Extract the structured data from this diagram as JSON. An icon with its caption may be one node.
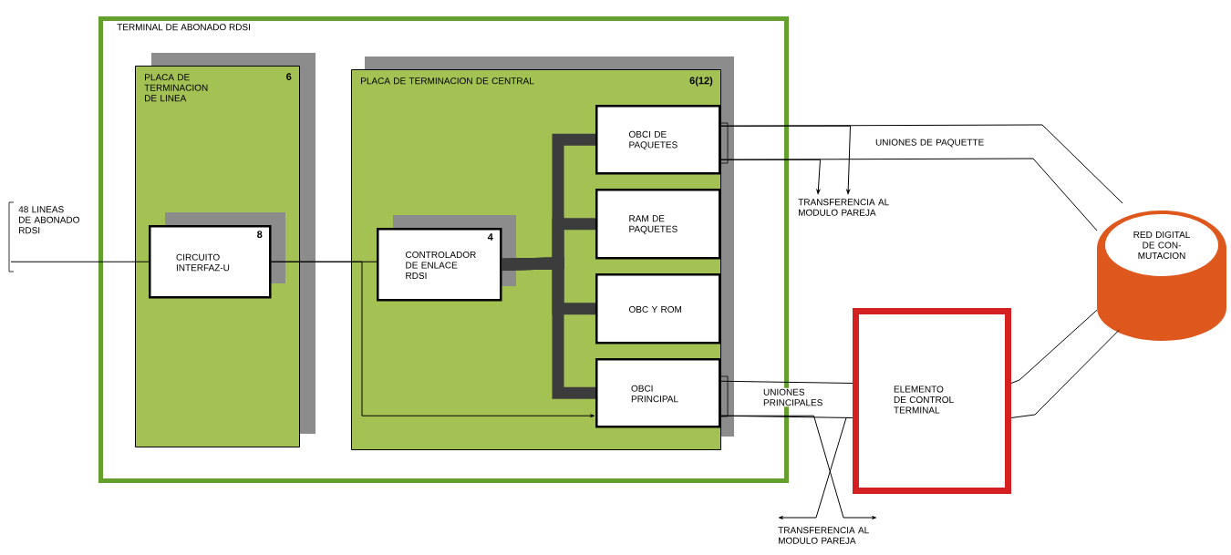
{
  "diagram": {
    "nodes": [
      {
        "text": [
          "TERMINAL DE ABONADO RDSI"
        ]
      },
      {
        "text": [
          "PLACA DE TERMINACION DE LINEA",
          "6"
        ],
        "in": 0
      },
      {
        "text": [
          "CIRCUITO INTERFAZ-U",
          "8"
        ],
        "in": 1
      },
      {
        "text": [
          "PLACA DE TERMINACION DE CENTRAL",
          "6(12)"
        ],
        "in": 0
      },
      {
        "text": [
          "CONTROLADOR DE ENLACE RDSI",
          "4"
        ],
        "in": 3
      },
      {
        "text": [
          "OBCI DE PAQUETES"
        ],
        "in": 3
      },
      {
        "text": [
          "RAM DE PAQUETES"
        ],
        "in": 3
      },
      {
        "text": [
          "OBC Y ROM"
        ],
        "in": 3
      },
      {
        "text": [
          "OBCI PRINCIPAL"
        ],
        "in": 3
      },
      {
        "text": [
          "RED DIGITAL DE CON- MUTACION"
        ]
      },
      {
        "text": [
          "ELEMENTO DE CONTROL TERMINAL"
        ]
      },
      {
        "text": [
          "48 LINEAS DE ABONADO RDSI"
        ]
      },
      {
        "text": [
          "TRANSFERENCIA AL MODULO PAREJA"
        ]
      },
      {
        "text": [
          "TRANSFERENCIA AL MODULO PAREJA"
        ]
      }
    ],
    "edges": [
      {
        "from": 11,
        "to": 2,
        "arrow": "none"
      },
      {
        "from": 2,
        "to": 4,
        "arrow": "none"
      },
      {
        "from": 2,
        "to": 8,
        "arrow": "to"
      },
      {
        "from": 4,
        "to": 5,
        "arrow": "none",
        "style": "thick",
        "color": "#3c3c3c"
      },
      {
        "from": 4,
        "to": 6,
        "arrow": "none",
        "style": "thick",
        "color": "#3c3c3c"
      },
      {
        "from": 4,
        "to": 7,
        "arrow": "none",
        "style": "thick",
        "color": "#3c3c3c"
      },
      {
        "from": 4,
        "to": 8,
        "arrow": "none",
        "style": "thick",
        "color": "#3c3c3c"
      },
      {
        "from": 5,
        "to": 9,
        "arrow": "none",
        "label": "UNIONES DE PAQUETTE"
      },
      {
        "from": 5,
        "to": 9,
        "arrow": "none"
      },
      {
        "from": 5,
        "to": 12,
        "arrow": "to"
      },
      {
        "from": 5,
        "to": 12,
        "arrow": "to"
      },
      {
        "from": 8,
        "to": 10,
        "arrow": "none",
        "label": "UNIONES PRINCIPALES"
      },
      {
        "from": 8,
        "to": 10,
        "arrow": "none"
      },
      {
        "from": 8,
        "to": 13,
        "arrow": "to"
      },
      {
        "from": 10,
        "to": 13,
        "arrow": "to"
      },
      {
        "from": 10,
        "to": 9,
        "arrow": "none"
      },
      {
        "from": 10,
        "to": 9,
        "arrow": "none"
      }
    ]
  }
}
